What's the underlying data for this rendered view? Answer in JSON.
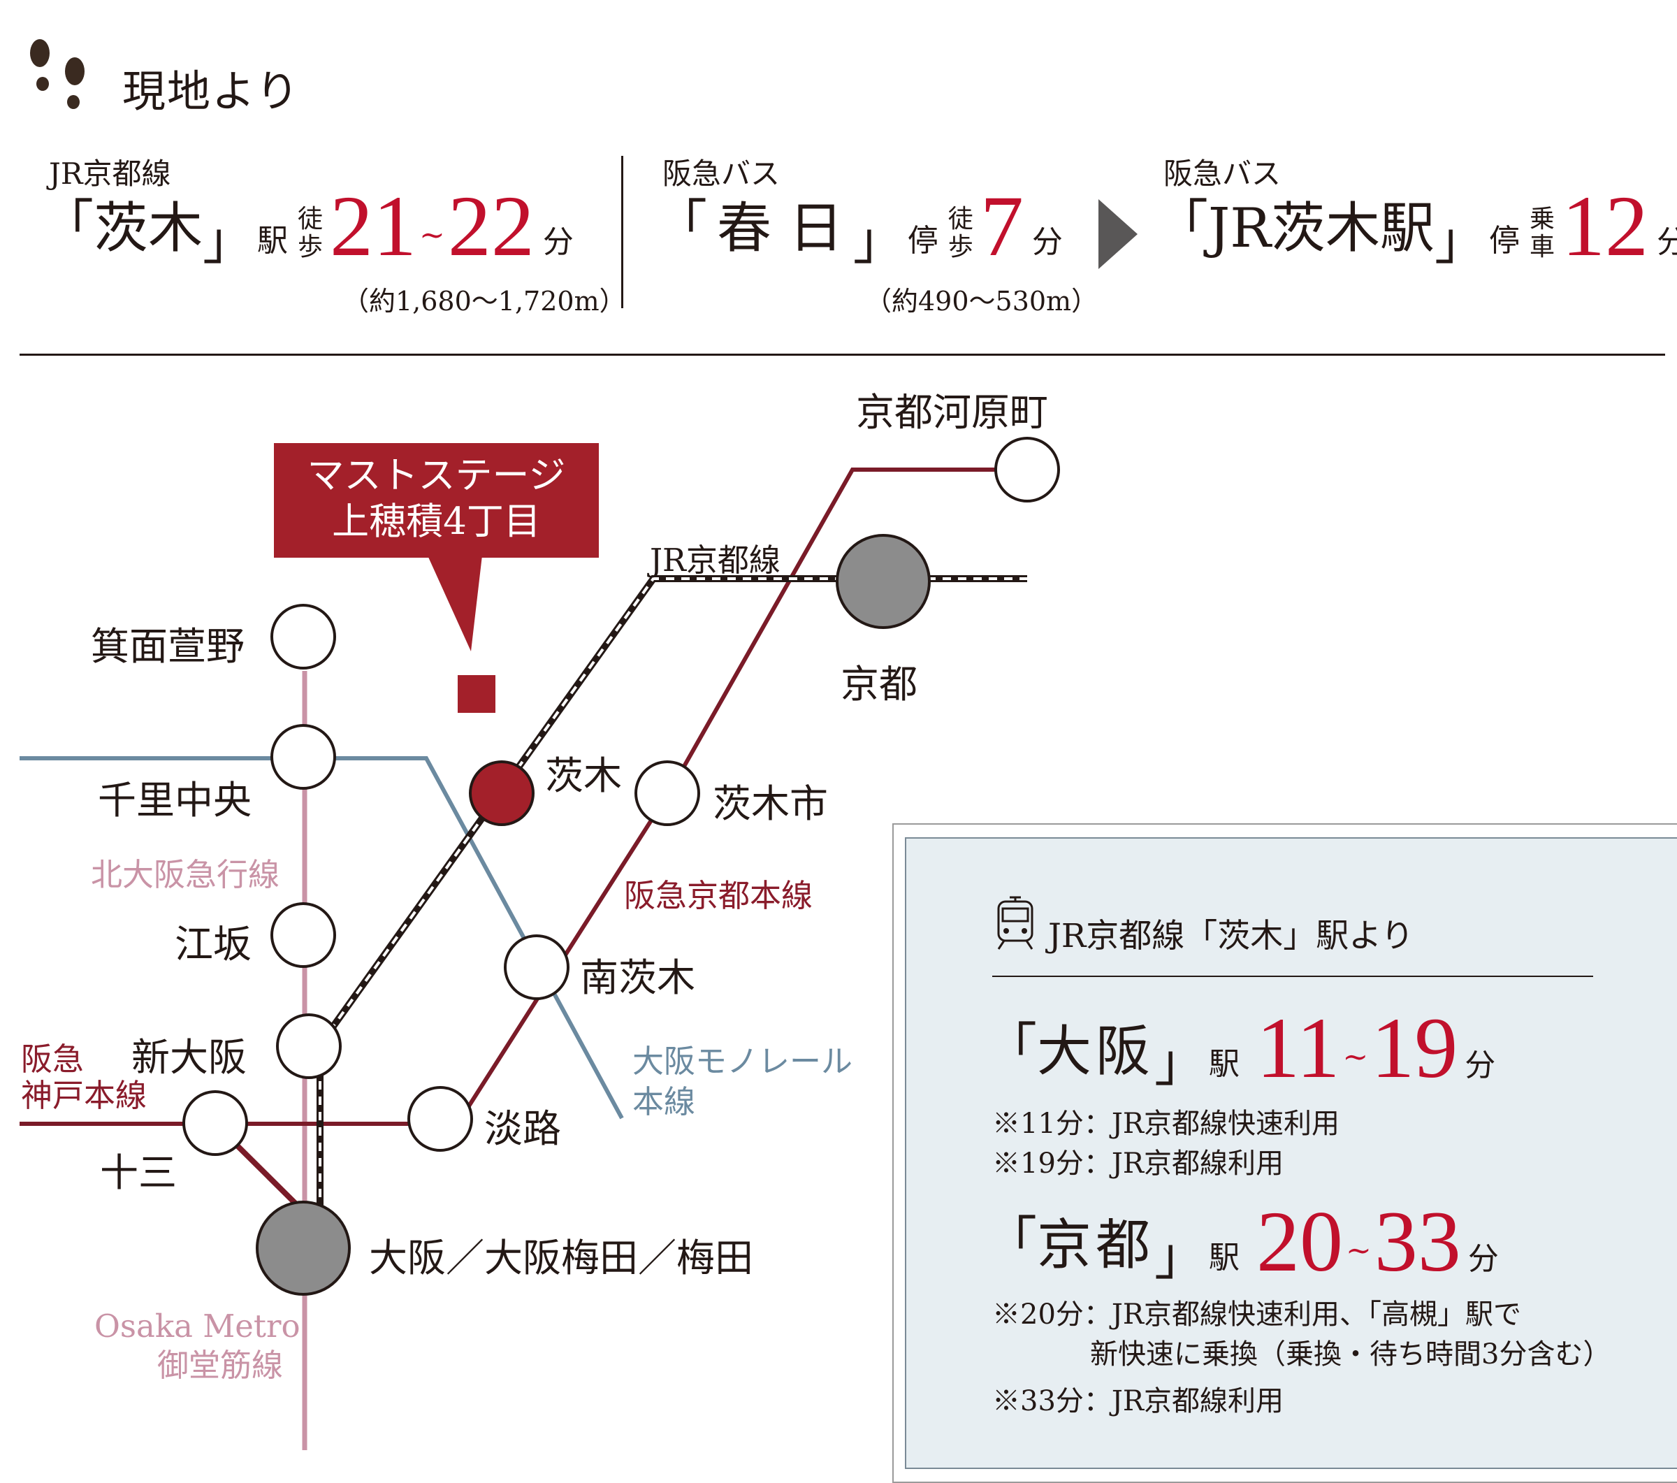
{
  "header": {
    "title": "現地より",
    "route1": {
      "line": "JR京都線",
      "bracket_open": "「",
      "station": "茨木",
      "bracket_close": "」",
      "suffix": "駅",
      "mode_top": "徒",
      "mode_bottom": "歩",
      "time_from": "21",
      "tilde": "~",
      "time_to": "22",
      "unit": "分",
      "distance": "（約1,680～1,720m）"
    },
    "route2": {
      "line": "阪急バス",
      "bracket_open": "「",
      "station": "春 日",
      "bracket_close": "」",
      "suffix": "停",
      "mode_top": "徒",
      "mode_bottom": "歩",
      "time": "7",
      "unit": "分",
      "distance": "（約490～530m）"
    },
    "route3": {
      "line": "阪急バス",
      "bracket_open": "「",
      "station": "JR茨木駅",
      "bracket_close": "」",
      "suffix": "停",
      "mode_top": "乗",
      "mode_bottom": "車",
      "time": "12",
      "unit": "分"
    }
  },
  "map": {
    "callout_line1": "マストステージ",
    "callout_line2": "上穂積4丁目",
    "stations": {
      "kyoto_kawaramachi": "京都河原町",
      "kyoto": "京都",
      "minoh_kayano": "箕面萱野",
      "senri_chuo": "千里中央",
      "ibaraki": "茨木",
      "ibaraki_shi": "茨木市",
      "esaka": "江坂",
      "minami_ibaraki": "南茨木",
      "shin_osaka": "新大阪",
      "awaji": "淡路",
      "juso": "十三",
      "umeda": "大阪／大阪梅田／梅田"
    },
    "lines": {
      "jr_kyoto": "JR京都線",
      "hankyu_kyoto": "阪急京都本線",
      "kita_osaka": "北大阪急行線",
      "monorail_1": "大阪モノレール",
      "monorail_2": "本線",
      "hankyu_kobe_1": "阪急",
      "hankyu_kobe_2": "神戸本線",
      "metro_1": "Osaka Metro",
      "metro_2": "御堂筋線"
    }
  },
  "info": {
    "title": "JR京都線「茨木」駅より",
    "dest1": {
      "bracket_open": "「",
      "name": "大阪",
      "bracket_close": "」",
      "suffix": "駅",
      "time_from": "11",
      "tilde": "~",
      "time_to": "19",
      "unit": "分",
      "note1": "※11分：JR京都線快速利用",
      "note2": "※19分：JR京都線利用"
    },
    "dest2": {
      "bracket_open": "「",
      "name": "京都",
      "bracket_close": "」",
      "suffix": "駅",
      "time_from": "20",
      "tilde": "~",
      "time_to": "33",
      "unit": "分",
      "note1": "※20分：JR京都線快速利用、「高槻」駅で",
      "note2": "新快速に乗換（乗換・待ち時間3分含む）",
      "note3": "※33分：JR京都線利用"
    }
  },
  "colors": {
    "accent_red": "#c1102c",
    "callout_red": "#a3202a",
    "hankyu_line": "#7a1b28",
    "kita_osaka_line": "#c993a6",
    "monorail_line": "#6b8aa0",
    "hub_gray": "#8c8c8c"
  },
  "icons": [
    "footprints-icon",
    "play-arrow-icon",
    "train-icon"
  ]
}
